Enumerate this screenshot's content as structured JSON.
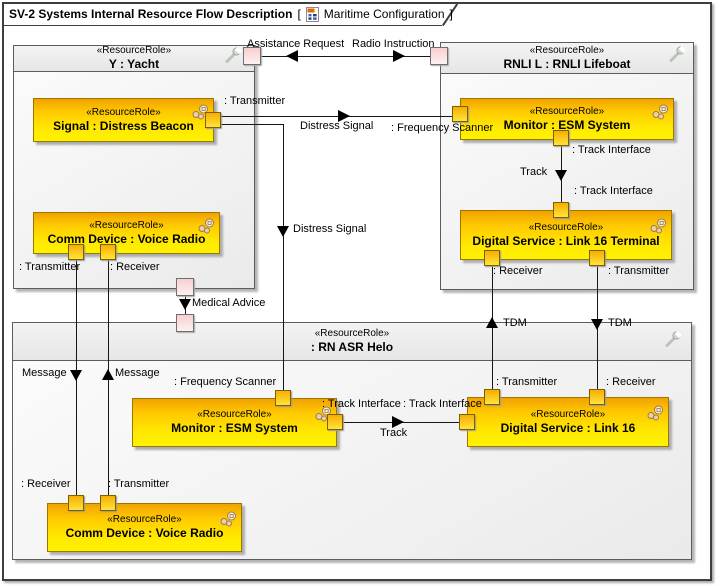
{
  "title": {
    "name": "SV-2 Systems Internal Resource Flow Description",
    "open_bracket": "[",
    "close_bracket": "]",
    "context": "Maritime Configuration"
  },
  "stereotype": "«ResourceRole»",
  "containers": {
    "yacht": "Y : Yacht",
    "lifeboat": "RNLI L : RNLI Lifeboat",
    "helo": ": RN ASR Helo"
  },
  "blocks": {
    "beacon": "Signal : Distress Beacon",
    "yacht_radio": "Comm Device : Voice Radio",
    "lb_esm": "Monitor : ESM System",
    "lb_link16": "Digital Service : Link 16 Terminal",
    "helo_esm": "Monitor : ESM System",
    "helo_link16": "Digital Service : Link 16",
    "helo_radio": "Comm Device : Voice Radio"
  },
  "ports": {
    "transmitter": ": Transmitter",
    "receiver": ": Receiver",
    "frequency_scanner": ": Frequency Scanner",
    "track_interface": ": Track Interface"
  },
  "flows": {
    "assistance_request": "Assistance Request",
    "radio_instruction": "Radio Instruction",
    "distress_signal": "Distress Signal",
    "medical_advice": "Medical Advice",
    "track": "Track",
    "tdm": "TDM",
    "message": "Message"
  }
}
